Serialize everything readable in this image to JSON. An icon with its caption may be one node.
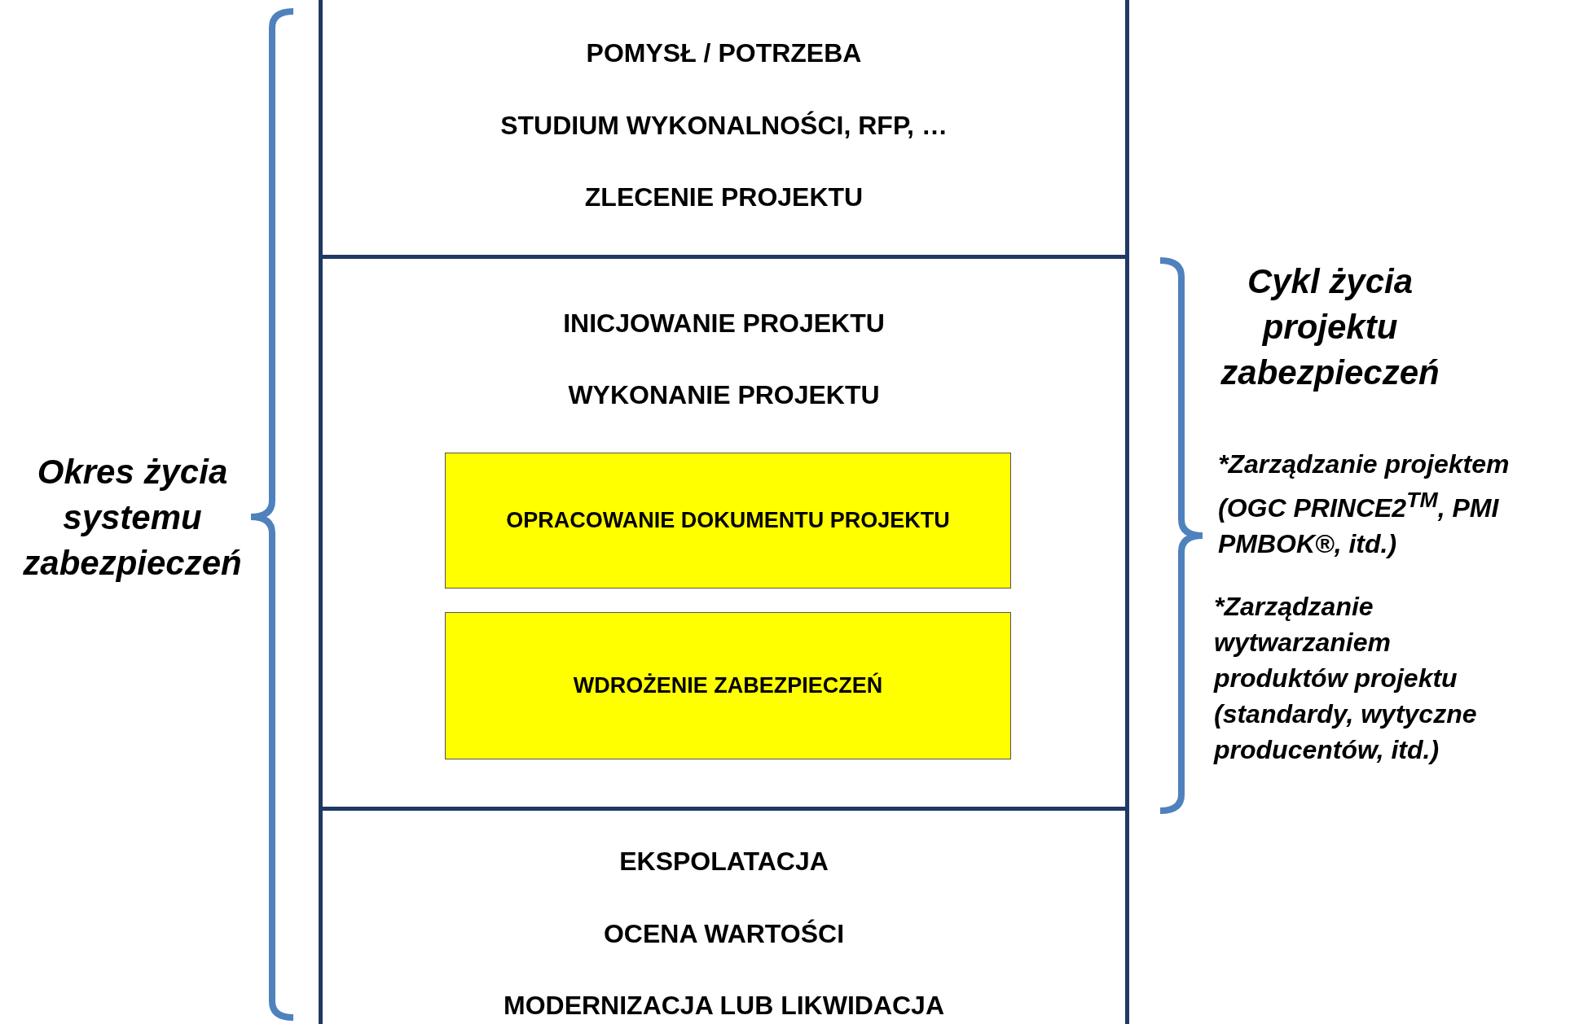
{
  "diagram": {
    "nodes": [
      {
        "text": [
          "POMYSŁ / POTRZEBA",
          "STUDIUM WYKONALNOŚCI, RFP, …",
          "ZLECENIE PROJEKTU"
        ]
      },
      {
        "text": [
          "INICJOWANIE PROJEKTU",
          "WYKONANIE PROJEKTU"
        ]
      },
      {
        "text": [
          "OPRACOWANIE DOKUMENTU PROJEKTU"
        ],
        "in": 1
      },
      {
        "text": [
          "WDROŻENIE ZABEZPIECZEŃ"
        ],
        "in": 1
      },
      {
        "text": [
          "EKSPOLATACJA",
          "OCENA WARTOŚCI",
          "MODERNIZACJA LUB LIKWIDACJA"
        ]
      }
    ],
    "edges": [],
    "labels": [
      "Okres życia systemu zabezpieczeń",
      "Cykl życia projektu zabezpieczeń",
      "*Zarządzanie projektem (OGC PRINCE2$^{TM}$, PMI PMBOK®, itd.)",
      "*Zarządzanie wytwarzaniem produktów projektu (standardy, wytyczne producentów, itd.)"
    ]
  }
}
